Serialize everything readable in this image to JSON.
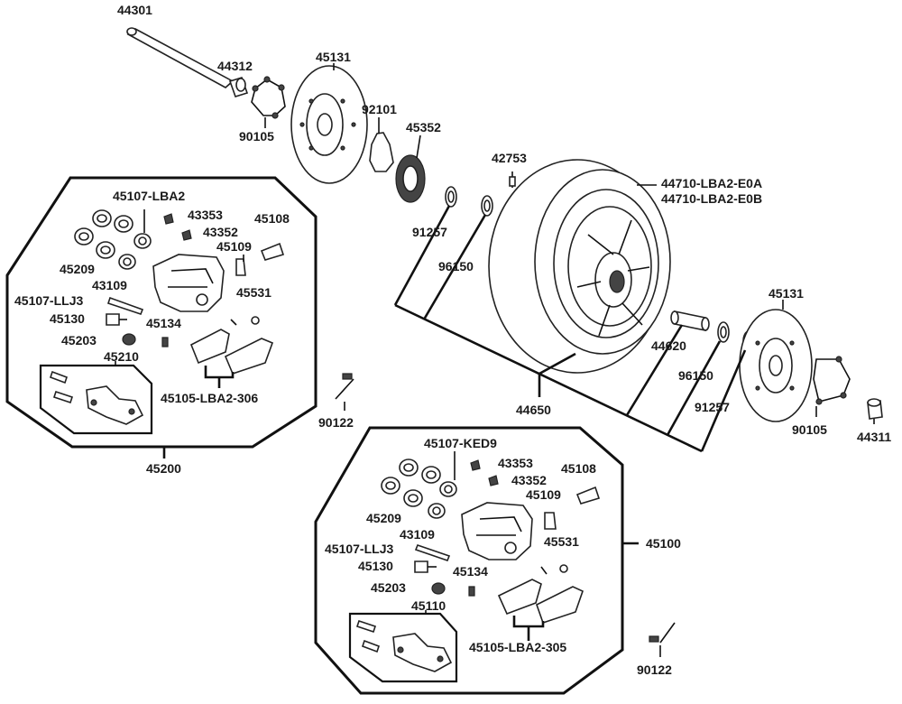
{
  "diagram": {
    "labels": {
      "l44301": "44301",
      "l44312": "44312",
      "l45131_top": "45131",
      "l90105_top": "90105",
      "l92101": "92101",
      "l45352": "45352",
      "l42753": "42753",
      "l44710a": "44710-LBA2-E0A",
      "l44710b": "44710-LBA2-E0B",
      "l91257_left": "91257",
      "l96150_left": "96150",
      "l45131_right": "45131",
      "l44620": "44620",
      "l96150_right": "96150",
      "l91257_right": "91257",
      "l90105_right": "90105",
      "l44311": "44311",
      "l44650": "44650",
      "l90122_mid": "90122",
      "l90122_bottom": "90122",
      "left_group": {
        "l45107_lba2": "45107-LBA2",
        "l43353": "43353",
        "l43352": "43352",
        "l45108": "45108",
        "l45109": "45109",
        "l45209": "45209",
        "l43109": "43109",
        "l45107_llj3": "45107-LLJ3",
        "l45531": "45531",
        "l45130": "45130",
        "l45134": "45134",
        "l45203": "45203",
        "l45210": "45210",
        "l45105_306": "45105-LBA2-306",
        "l45200": "45200"
      },
      "right_group": {
        "l45107_ked9": "45107-KED9",
        "l43353": "43353",
        "l43352": "43352",
        "l45108": "45108",
        "l45109": "45109",
        "l45209": "45209",
        "l43109": "43109",
        "l45107_llj3": "45107-LLJ3",
        "l45531": "45531",
        "l45130": "45130",
        "l45134": "45134",
        "l45203": "45203",
        "l45110": "45110",
        "l45105_305": "45105-LBA2-305",
        "l45100": "45100"
      }
    }
  }
}
